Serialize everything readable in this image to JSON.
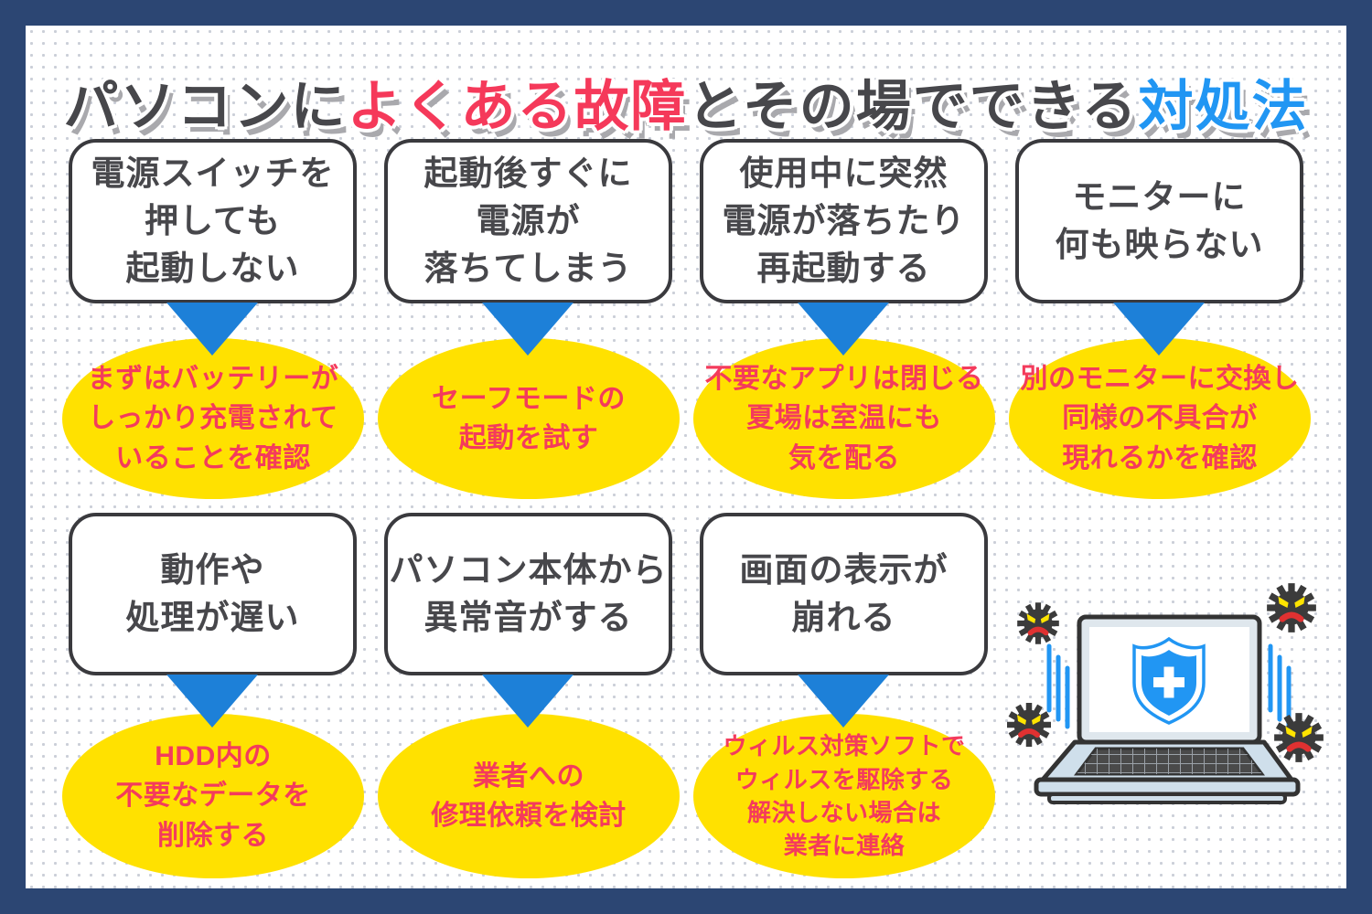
{
  "title": {
    "parts": [
      {
        "text": "パソコンに",
        "color": "#47474b"
      },
      {
        "text": "よくある故障",
        "color": "#f5395a"
      },
      {
        "text": "とその場でできる",
        "color": "#47474b"
      },
      {
        "text": "対処法",
        "color": "#2196f3"
      }
    ]
  },
  "items": [
    {
      "problem": "電源スイッチを\n押しても\n起動しない",
      "solution": "まずはバッテリーが\nしっかり充電されて\nいることを確認"
    },
    {
      "problem": "起動後すぐに\n電源が\n落ちてしまう",
      "solution": "セーフモードの\n起動を試す"
    },
    {
      "problem": "使用中に突然\n電源が落ちたり\n再起動する",
      "solution": "不要なアプリは閉じる\n夏場は室温にも\n気を配る"
    },
    {
      "problem": "モニターに\n何も映らない",
      "solution": "別のモニターに交換し\n同様の不具合が\n現れるかを確認"
    },
    {
      "problem": "動作や\n処理が遅い",
      "solution": "HDD内の\n不要なデータを\n削除する"
    },
    {
      "problem": "パソコン本体から\n異常音がする",
      "solution": "業者への\n修理依頼を検討"
    },
    {
      "problem": "画面の表示が\n崩れる",
      "solution": "ウィルス対策ソフトで\nウィルスを駆除する\n解決しない場合は\n業者に連絡"
    }
  ],
  "colors": {
    "frame_border": "#2c4673",
    "panel_background": "#ffffff",
    "dot_pattern": "#cbcfd8",
    "box_border": "#3a3a3e",
    "box_text": "#47474b",
    "arrow_blue": "#1d80d8",
    "bubble_yellow": "#ffe100",
    "bubble_text_red": "#f43b5c",
    "shield_blue": "#2196f3",
    "virus_body": "#3b3b3b",
    "virus_eyes_yellow": "#ffe400",
    "virus_mouth_red": "#e03131",
    "laptop_body": "#cfdfeb"
  },
  "illustration": {
    "icons": [
      "laptop-icon",
      "shield-plus-icon",
      "virus-icon",
      "vibration-lines-icon"
    ]
  }
}
